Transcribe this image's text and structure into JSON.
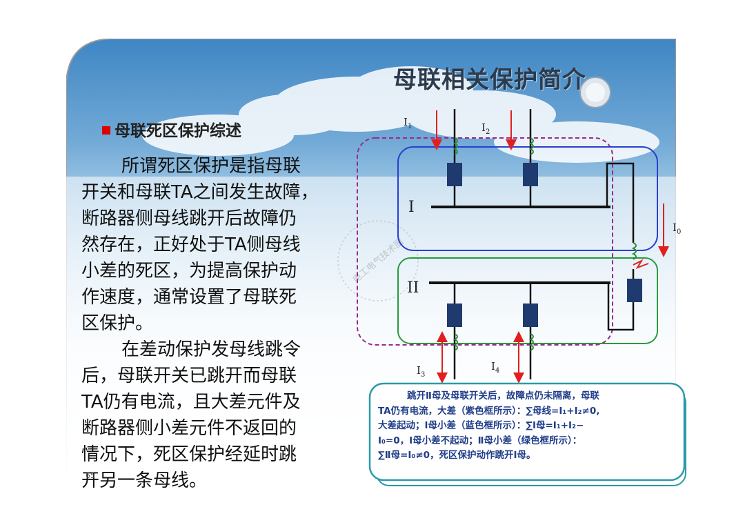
{
  "title": "母联相关保护简介",
  "heading": "母联死区保护综述",
  "paragraph1": [
    "所谓死区保护是指母联",
    "开关和母联TA之间发生故障，",
    "断路器侧母线跳开后故障仍",
    "然存在，正好处于TA侧母线",
    "小差的死区，为提高保护动",
    "作速度，通常设置了母联死",
    "区保护。"
  ],
  "paragraph2": [
    "在差动保护发母线跳令",
    "后，母联开关已跳开而母联",
    "TA仍有电流，且大差元件及",
    "断路器侧小差元件不返回的",
    "情况下，死区保护经延时跳",
    "开另一条母线。"
  ],
  "diagram": {
    "bus1_label": "I",
    "bus2_label": "II",
    "currents": {
      "i1": "I",
      "i1_sub": "1",
      "i2": "I",
      "i2_sub": "2",
      "i3": "I",
      "i3_sub": "3",
      "i4": "I",
      "i4_sub": "4",
      "i0": "I",
      "i0_sub": "0"
    },
    "watermark": "电工电气技术圈",
    "colors": {
      "big_diff": "#9a2a8a",
      "bus1_diff": "#2a3fd0",
      "bus2_diff": "#2a9a3a",
      "breaker": "#1f3a6e",
      "arrow": "#e02020"
    }
  },
  "callout": [
    "跳开Ⅱ母及母联开关后，故障点仍未隔离，母联",
    "TA仍有电流，大差（紫色框所示）：∑母线=I₁+I₂≠0,",
    "大差起动；Ⅰ母小差（蓝色框所示）：∑Ⅰ母=I₁+I₂−",
    "I₀=0，Ⅰ母小差不起动；Ⅱ母小差（绿色框所示）：",
    "∑Ⅱ母=I₀≠0，死区保护动作跳开Ⅰ母。"
  ],
  "page_number": "65"
}
